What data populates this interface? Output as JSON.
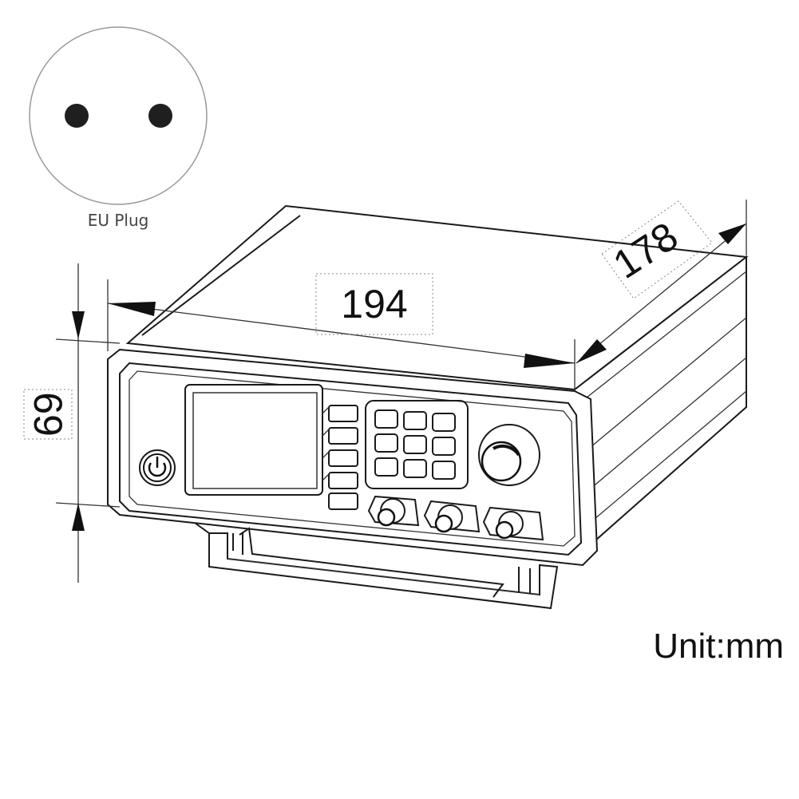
{
  "plug": {
    "label": "EU Plug",
    "icon": "eu-plug-icon"
  },
  "dimensions": {
    "width": "194",
    "depth": "178",
    "height": "69"
  },
  "unit_label": "Unit:mm",
  "device": {
    "icon_power": "power-icon",
    "icon_knob": "rotary-knob-icon",
    "icon_bnc": "bnc-connector-icon"
  }
}
